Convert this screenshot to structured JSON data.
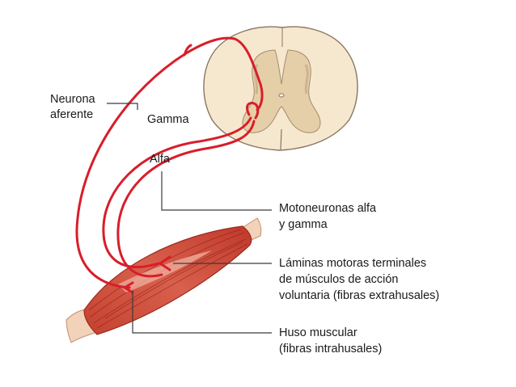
{
  "labels": {
    "neurona_afferente_1": "Neurona",
    "neurona_afferente_2": "aferente",
    "gamma": "Gamma",
    "alfa": "Alfa",
    "motoneuronas_1": "Motoneuronas alfa",
    "motoneuronas_2": "y gamma",
    "laminas_1": "Láminas motoras terminales",
    "laminas_2": "de músculos de acción",
    "laminas_3": "voluntaria (fibras extrahusales)",
    "huso_1": "Huso muscular",
    "huso_2": "(fibras intrahusales)"
  },
  "colors": {
    "nerve": "#d81e2a",
    "spinal_white": "#f6e8cf",
    "spinal_gray": "#e5cfa9",
    "spinal_outline": "#8a7560",
    "muscle_dark": "#b9362b",
    "muscle_light": "#e49a88",
    "tendon": "#f2d2b8",
    "leader": "#3a3a3a"
  }
}
